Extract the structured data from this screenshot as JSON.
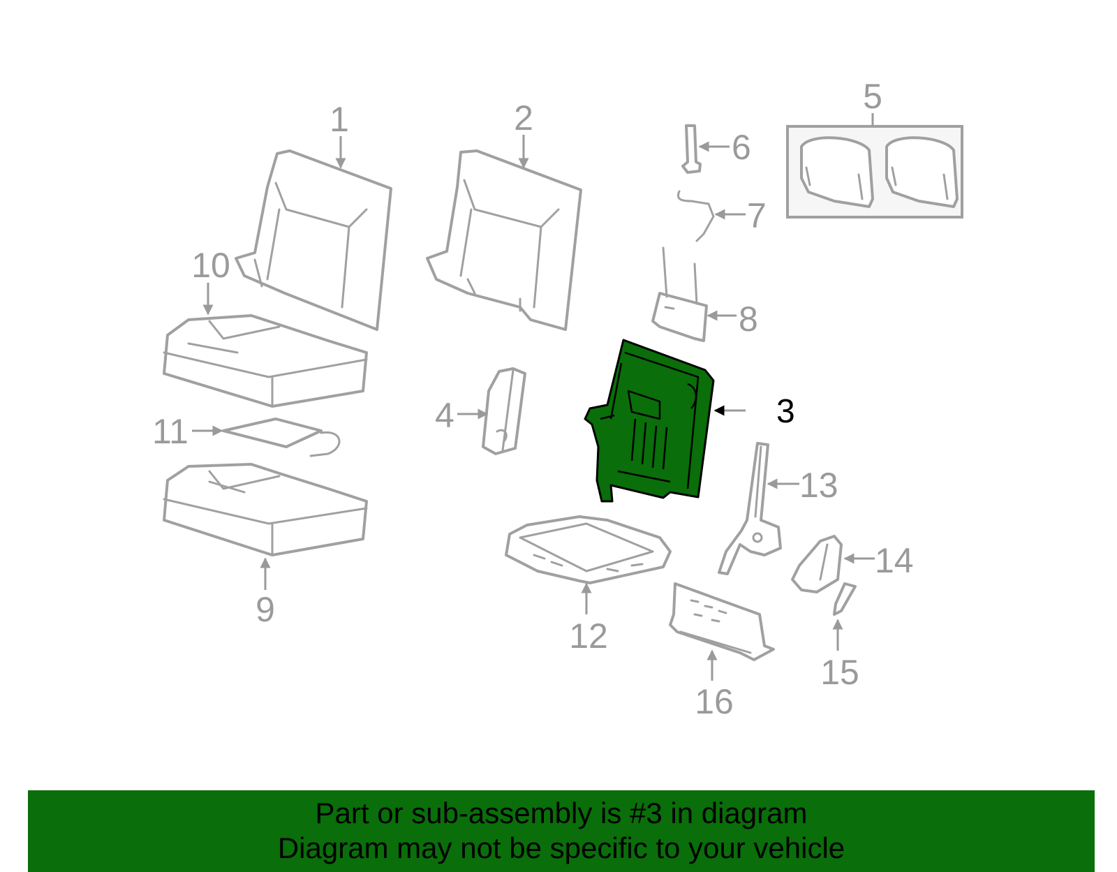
{
  "diagram": {
    "callouts": [
      "1",
      "2",
      "3",
      "4",
      "5",
      "6",
      "7",
      "8",
      "9",
      "10",
      "11",
      "12",
      "13",
      "14",
      "15",
      "16"
    ],
    "highlighted_part": "3",
    "highlight_color": "#0a6e0a",
    "line_color": "#a0a0a0"
  },
  "banner": {
    "line1": "Part or sub-assembly is #3 in diagram",
    "line2": "Diagram may not be specific to your vehicle",
    "background": "#0a6e0a"
  }
}
